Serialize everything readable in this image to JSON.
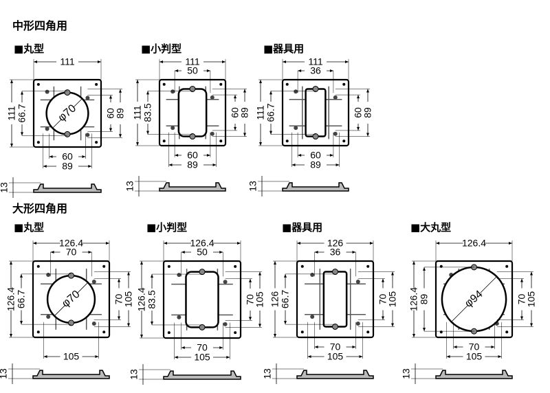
{
  "sections": [
    {
      "title": "中形四角用",
      "figures": [
        {
          "title": "■丸型",
          "type": "round",
          "top": "111",
          "top_inner": null,
          "left": "111",
          "left_inner": "66.7",
          "diameter": "φ70",
          "right_inner": "60",
          "right_outer": "89",
          "bottom_inner": "60",
          "bottom_outer": "89",
          "side": "13"
        },
        {
          "title": "■小判型",
          "type": "oval",
          "top": "111",
          "top_inner": "50",
          "left": "111",
          "left_inner": "83.5",
          "diameter": null,
          "right_inner": "60",
          "right_outer": "89",
          "bottom_inner": "60",
          "bottom_outer": "89",
          "side": "13"
        },
        {
          "title": "■器具用",
          "type": "rect",
          "top": "111",
          "top_inner": "36",
          "left": "111",
          "left_inner": "66.7",
          "diameter": null,
          "right_inner": "60",
          "right_outer": "89",
          "bottom_inner": "60",
          "bottom_outer": "89",
          "side": "13"
        }
      ]
    },
    {
      "title": "大形四角用",
      "figures": [
        {
          "title": "■丸型",
          "type": "round",
          "top": "126.4",
          "top_inner": "70",
          "left": "126.4",
          "left_inner": "66.7",
          "diameter": "φ70",
          "right_inner": "70",
          "right_outer": "105",
          "bottom_inner": null,
          "bottom_outer": "105",
          "side": "13"
        },
        {
          "title": "■小判型",
          "type": "oval",
          "top": "126.4",
          "top_inner": "50",
          "left": "126.4",
          "left_inner": "83.5",
          "diameter": null,
          "right_inner": "70",
          "right_outer": "105",
          "bottom_inner": "70",
          "bottom_outer": "105",
          "side": "13"
        },
        {
          "title": "■器具用",
          "type": "rect",
          "top": "126",
          "top_inner": "36",
          "left": "126",
          "left_inner": "66.7",
          "diameter": null,
          "right_inner": "70",
          "right_outer": "105",
          "bottom_inner": "70",
          "bottom_outer": "105",
          "side": "13"
        },
        {
          "title": "■大丸型",
          "type": "biground",
          "top": "126.4",
          "top_inner": null,
          "left": "126.4",
          "left_inner": "89",
          "diameter": "φ94",
          "right_inner": "70",
          "right_outer": "105",
          "bottom_inner": "70",
          "bottom_outer": "105",
          "side": "13"
        }
      ]
    }
  ]
}
